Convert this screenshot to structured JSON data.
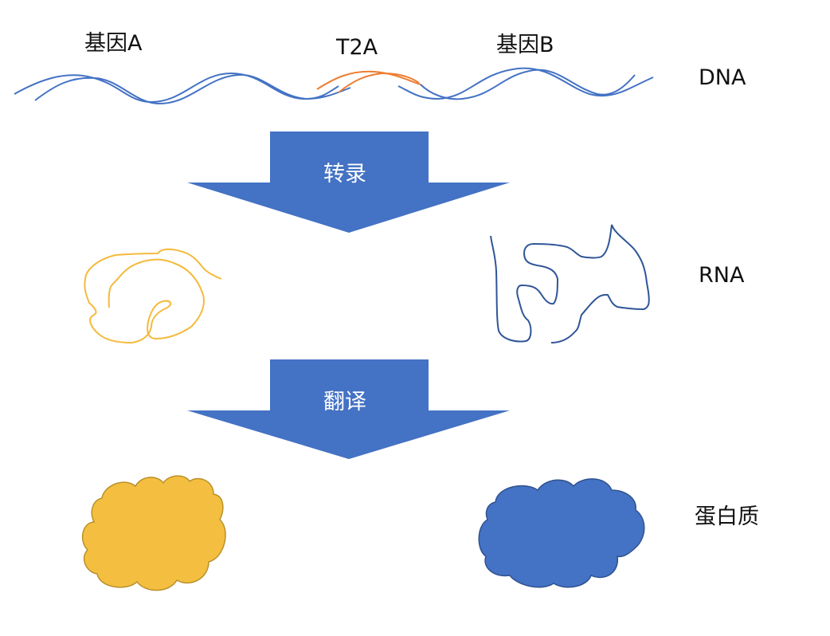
{
  "title": "T2A 多顺反子表达示意图",
  "dna": {
    "gene_a_label": "基因A",
    "t2a_label": "T2A",
    "gene_b_label": "基因B",
    "strand_color": "#4472C4",
    "t2a_color": "#ED7D31"
  },
  "arrows": {
    "transcription_label": "转录",
    "translation_label": "翻译",
    "fill": "#4472C4"
  },
  "row_labels": {
    "dna": "DNA",
    "rna": "RNA",
    "protein": "蛋白质"
  },
  "rna": {
    "rna_a_color": "#F4BA3C",
    "rna_b_color": "#2F5597"
  },
  "protein": {
    "protein_a_fill": "#F4BF40",
    "protein_a_stroke": "#B8902A",
    "protein_b_fill": "#4472C4",
    "protein_b_stroke": "#2F528F"
  }
}
